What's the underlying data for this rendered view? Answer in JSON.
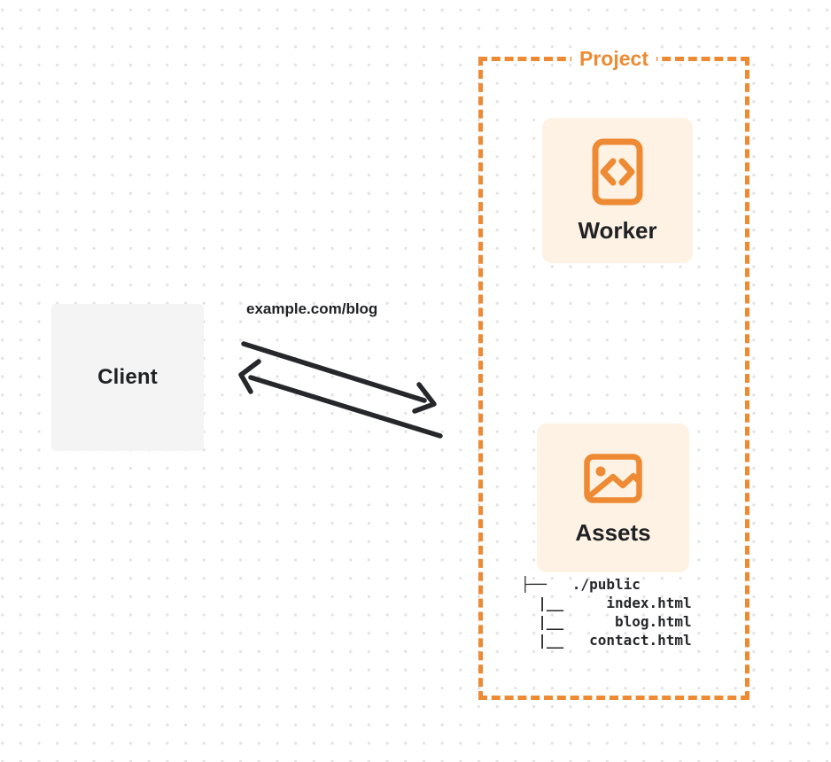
{
  "diagram": {
    "client": {
      "label": "Client"
    },
    "request": {
      "url_label": "example.com/blog",
      "arrows": [
        "client-to-project",
        "project-to-client"
      ]
    },
    "project": {
      "label": "Project",
      "worker": {
        "label": "Worker",
        "icon": "code-document-icon"
      },
      "assets": {
        "label": "Assets",
        "icon": "image-icon"
      },
      "file_tree": {
        "lines": [
          "├──   ./public",
          "  |__     index.html",
          "  |__      blog.html",
          "  |__   contact.html"
        ]
      }
    },
    "colors": {
      "accent_orange": "#ED8A33",
      "card_background": "#FDF2E3",
      "client_background": "#F4F4F5",
      "ink": "#1F2124",
      "arrow": "#26272B",
      "dot_grid": "#E3E3E5",
      "canvas": "#FFFFFF"
    }
  }
}
